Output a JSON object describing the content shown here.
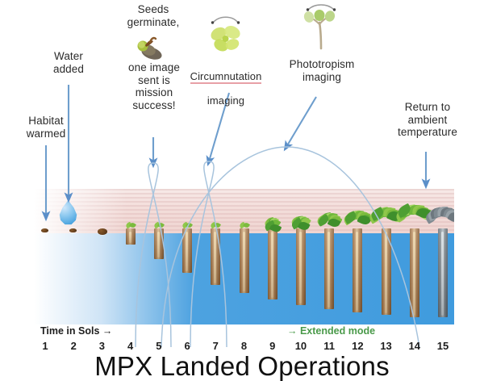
{
  "title": "MPX Landed Operations",
  "callouts": [
    {
      "id": "habitat-warmed",
      "text": "Habitat\nwarmed"
    },
    {
      "id": "water-added",
      "text": "Water\nadded"
    },
    {
      "id": "seeds-germinate",
      "text": "Seeds\ngerminate,"
    },
    {
      "id": "mission-success",
      "text": "one image\nsent is\nmission\nsuccess!"
    },
    {
      "id": "circumnutation",
      "line1": "Circumnutation",
      "line2": "imaging"
    },
    {
      "id": "phototropism",
      "text": "Phototropism\nimaging"
    },
    {
      "id": "return-ambient",
      "text": "Return to\nambient\ntemperature"
    }
  ],
  "axis": {
    "label": "Time in Sols →",
    "extended_mode": "→ Extended mode",
    "ticks": [
      "1",
      "2",
      "3",
      "4",
      "5",
      "6",
      "7",
      "8",
      "9",
      "10",
      "11",
      "12",
      "13",
      "14",
      "15"
    ]
  },
  "icons": {
    "germinating_seed": "germinating-seed-icon",
    "circumnutation": "circumnutation-rosette-icon",
    "phototropism": "phototropism-seedling-icon",
    "water_droplet": "water-droplet-icon"
  },
  "colors": {
    "arrow_blue": "#5b8fc9",
    "arc_blue": "#8fb4d6",
    "water_blue": "#3f9bde",
    "habitat_pink": "#f0d8d4",
    "extended_green": "#4a9a4a",
    "underline_pink": "#e8a0a6",
    "leaf_green": "#72b544",
    "root_brown": "#a97c4e",
    "dormant_gray": "#8a949b"
  },
  "stages": [
    {
      "sol": 1,
      "kind": "seed",
      "root": 0,
      "shoot": 0
    },
    {
      "sol": 2,
      "kind": "seed",
      "root": 0,
      "shoot": 0
    },
    {
      "sol": 3,
      "kind": "split",
      "root": 0,
      "shoot": 0
    },
    {
      "sol": 4,
      "kind": "sprout",
      "root": 20,
      "shoot": 7
    },
    {
      "sol": 5,
      "kind": "sprout",
      "root": 38,
      "shoot": 8
    },
    {
      "sol": 6,
      "kind": "sprout",
      "root": 55,
      "shoot": 9
    },
    {
      "sol": 7,
      "kind": "sprout",
      "root": 70,
      "shoot": 10
    },
    {
      "sol": 8,
      "kind": "sprout",
      "root": 80,
      "shoot": 11
    },
    {
      "sol": 9,
      "kind": "plant",
      "root": 88,
      "shoot": 16
    },
    {
      "sol": 10,
      "kind": "plant",
      "root": 95,
      "shoot": 22
    },
    {
      "sol": 11,
      "kind": "plant",
      "root": 100,
      "shoot": 32
    },
    {
      "sol": 12,
      "kind": "plant",
      "root": 104,
      "shoot": 40
    },
    {
      "sol": 13,
      "kind": "plant",
      "root": 107,
      "shoot": 50
    },
    {
      "sol": 14,
      "kind": "plant",
      "root": 110,
      "shoot": 58
    },
    {
      "sol": 15,
      "kind": "dormant",
      "root": 110,
      "shoot": 52
    }
  ]
}
